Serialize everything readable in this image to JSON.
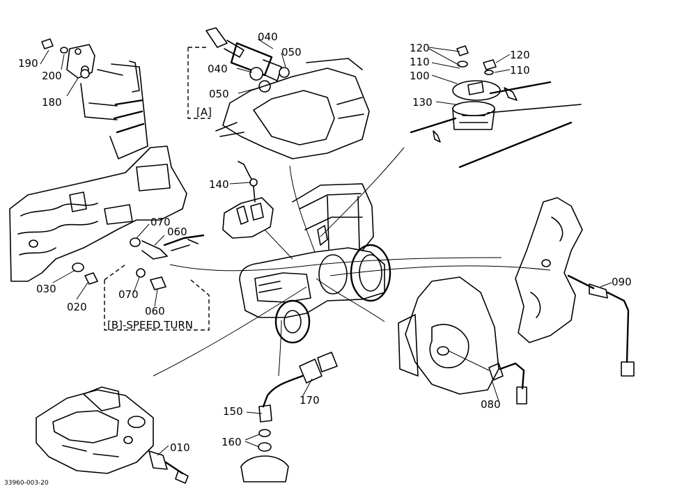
{
  "callouts": {
    "c190": "190",
    "c200": "200",
    "c180": "180",
    "c040a": "040",
    "c040b": "040",
    "c050a": "050",
    "c050b": "050",
    "cA": "[A]",
    "c120a": "120",
    "c120b": "120",
    "c110a": "110",
    "c110b": "110",
    "c100": "100",
    "c130": "130",
    "c140": "140",
    "c070a": "070",
    "c060a": "060",
    "c030": "030",
    "c020": "020",
    "c070b": "070",
    "c060b": "060",
    "cB": "[B]-SPEED TURN",
    "c090": "090",
    "c080": "080",
    "c150": "150",
    "c170": "170",
    "c160": "160",
    "c010": "010"
  },
  "figure_code": "33960-003-20"
}
